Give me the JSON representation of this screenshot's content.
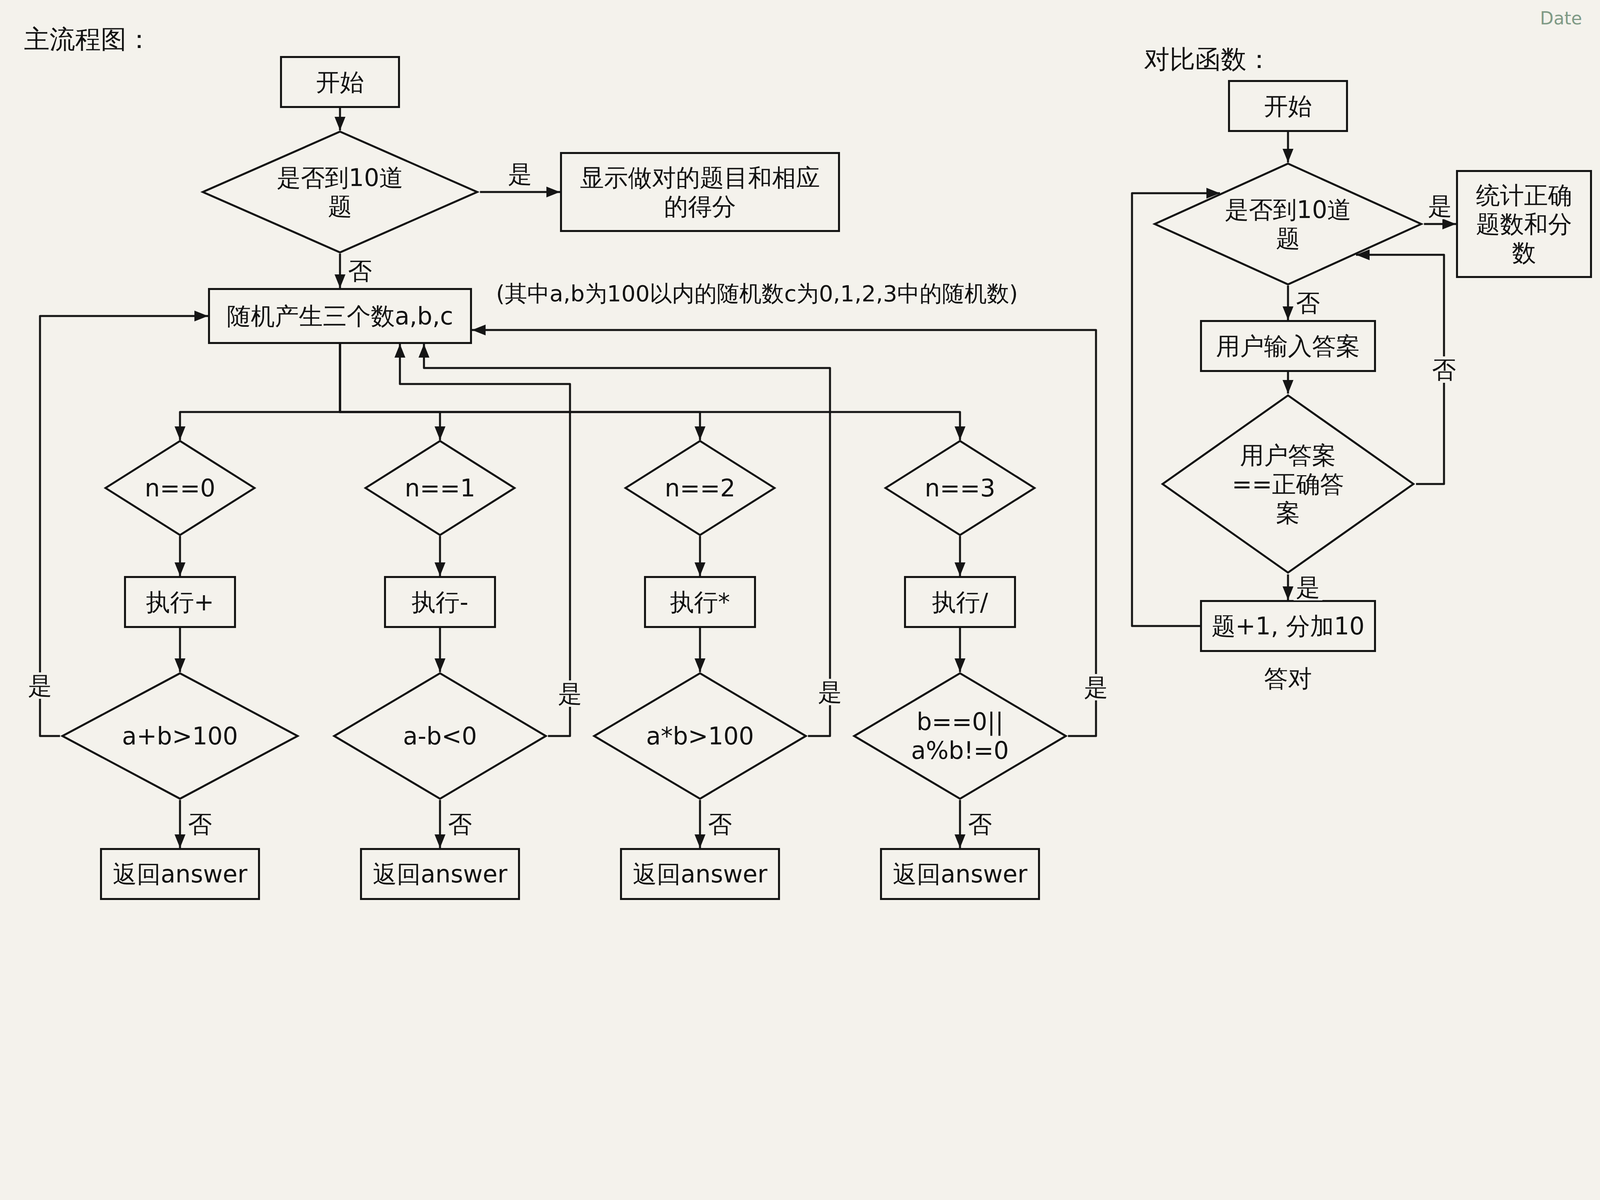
{
  "diagram": {
    "nodes": [
      {
        "text": [
          "开始"
        ]
      },
      {
        "text": [
          "是否到10道题"
        ]
      },
      {
        "text": [
          "显示做对的题目和相应的得分"
        ]
      },
      {
        "text": [
          "随机产生三个数a,b,c"
        ]
      },
      {
        "text": [
          "n==0"
        ]
      },
      {
        "text": [
          "执行+"
        ]
      },
      {
        "text": [
          "a+b>100"
        ]
      },
      {
        "text": [
          "返回answer"
        ]
      },
      {
        "text": [
          "n==1"
        ]
      },
      {
        "text": [
          "执行-"
        ]
      },
      {
        "text": [
          "a-b<0"
        ]
      },
      {
        "text": [
          "返回answer"
        ]
      },
      {
        "text": [
          "n==2"
        ]
      },
      {
        "text": [
          "执行*"
        ]
      },
      {
        "text": [
          "a*b>100"
        ]
      },
      {
        "text": [
          "返回answer"
        ]
      },
      {
        "text": [
          "n==3"
        ]
      },
      {
        "text": [
          "执行/"
        ]
      },
      {
        "text": [
          "b==0|| a%b!=0"
        ]
      },
      {
        "text": [
          "返回answer"
        ]
      },
      {
        "text": [
          "开始"
        ]
      },
      {
        "text": [
          "是否到10道题"
        ]
      },
      {
        "text": [
          "统计正确题数和分数"
        ]
      },
      {
        "text": [
          "用户输入答案"
        ]
      },
      {
        "text": [
          "用户答案==正确答案"
        ]
      },
      {
        "text": [
          "题+1, 分加10"
        ]
      }
    ],
    "edges": [
      {
        "from": 0,
        "to": 1,
        "arrow": "to"
      },
      {
        "from": 1,
        "to": 2,
        "label": "是",
        "arrow": "to"
      },
      {
        "from": 1,
        "to": 3,
        "label": "否",
        "arrow": "to"
      },
      {
        "from": 3,
        "to": 4,
        "arrow": "to"
      },
      {
        "from": 3,
        "to": 8,
        "arrow": "to"
      },
      {
        "from": 3,
        "to": 12,
        "arrow": "to"
      },
      {
        "from": 3,
        "to": 16,
        "arrow": "to"
      },
      {
        "from": 4,
        "to": 5,
        "arrow": "to"
      },
      {
        "from": 5,
        "to": 6,
        "arrow": "to"
      },
      {
        "from": 6,
        "to": 7,
        "label": "否",
        "arrow": "to"
      },
      {
        "from": 6,
        "to": 3,
        "label": "是",
        "arrow": "to"
      },
      {
        "from": 8,
        "to": 9,
        "arrow": "to"
      },
      {
        "from": 9,
        "to": 10,
        "arrow": "to"
      },
      {
        "from": 10,
        "to": 11,
        "label": "否",
        "arrow": "to"
      },
      {
        "from": 10,
        "to": 3,
        "label": "是",
        "arrow": "to"
      },
      {
        "from": 12,
        "to": 13,
        "arrow": "to"
      },
      {
        "from": 13,
        "to": 14,
        "arrow": "to"
      },
      {
        "from": 14,
        "to": 15,
        "label": "否",
        "arrow": "to"
      },
      {
        "from": 14,
        "to": 3,
        "label": "是",
        "arrow": "to"
      },
      {
        "from": 16,
        "to": 17,
        "arrow": "to"
      },
      {
        "from": 17,
        "to": 18,
        "arrow": "to"
      },
      {
        "from": 18,
        "to": 19,
        "label": "否",
        "arrow": "to"
      },
      {
        "from": 18,
        "to": 3,
        "label": "是",
        "arrow": "to"
      },
      {
        "from": 20,
        "to": 21,
        "arrow": "to"
      },
      {
        "from": 21,
        "to": 22,
        "label": "是",
        "arrow": "to"
      },
      {
        "from": 21,
        "to": 23,
        "label": "否",
        "arrow": "to"
      },
      {
        "from": 23,
        "to": 24,
        "arrow": "to"
      },
      {
        "from": 24,
        "to": 21,
        "label": "否",
        "arrow": "to"
      },
      {
        "from": 24,
        "to": 25,
        "label": "是",
        "arrow": "to"
      },
      {
        "from": 25,
        "to": 21,
        "arrow": "to"
      }
    ],
    "labels": [
      "主流程图：",
      "(其中a,b为100以内的随机数c为0,1,2,3中的随机数)",
      "对比函数：",
      "答对",
      "Date"
    ]
  }
}
